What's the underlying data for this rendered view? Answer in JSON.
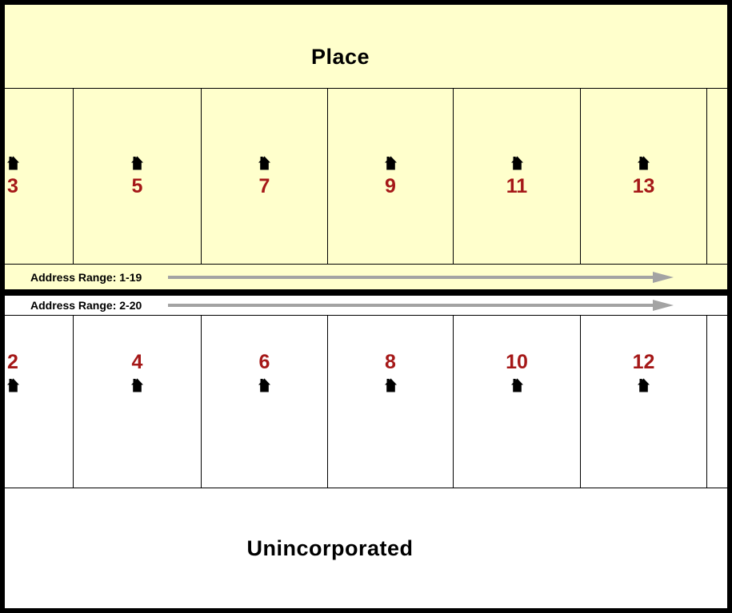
{
  "place": {
    "label": "Place"
  },
  "unincorporated": {
    "label": "Unincorporated"
  },
  "odd_side": {
    "range_label": "Address Range: 1-19",
    "parcel_numbers": [
      "3",
      "5",
      "7",
      "9",
      "11",
      "13",
      ""
    ]
  },
  "even_side": {
    "range_label": "Address Range: 2-20",
    "parcel_numbers": [
      "2",
      "4",
      "6",
      "8",
      "10",
      "12",
      ""
    ]
  },
  "icons": {
    "house": "house-icon",
    "direction": "right-arrow-icon"
  },
  "colors": {
    "place_fill": "#FFFFCC",
    "unincorporated_fill": "#FFFFFF",
    "house_number": "#A51818",
    "arrow": "#A3A3A3",
    "line": "#000000"
  }
}
